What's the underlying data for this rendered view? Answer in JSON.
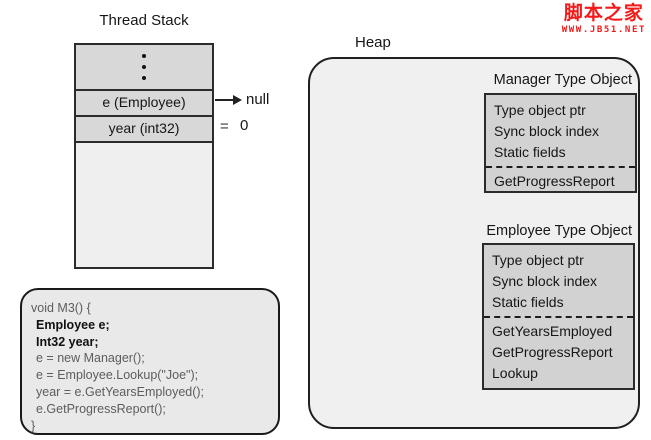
{
  "watermark": {
    "site_name": "脚本之家",
    "site_url": "WWW.JB51.NET"
  },
  "thread_stack": {
    "title": "Thread Stack",
    "slots": [
      {
        "label": "e (Employee)",
        "value": "null"
      },
      {
        "label": "year (int32)",
        "equals_sign": "=",
        "value": "0"
      }
    ]
  },
  "heap": {
    "title": "Heap",
    "objects": [
      {
        "title": "Manager Type Object",
        "fields": [
          "Type object ptr",
          "Sync block index",
          "Static fields"
        ],
        "methods": [
          "GetProgressReport"
        ]
      },
      {
        "title": "Employee Type Object",
        "fields": [
          "Type object ptr",
          "Sync block index",
          "Static fields"
        ],
        "methods": [
          "GetYearsEmployed",
          "GetProgressReport",
          "Lookup"
        ]
      }
    ]
  },
  "code_block": {
    "lines": [
      {
        "text": "void M3() {",
        "emphasis": false
      },
      {
        "text": "Employee e;",
        "emphasis": true
      },
      {
        "text": "Int32 year;",
        "emphasis": true
      },
      {
        "text": "e = new Manager();",
        "emphasis": false
      },
      {
        "text": "e = Employee.Lookup(\"Joe\");",
        "emphasis": false
      },
      {
        "text": "year = e.GetYearsEmployed();",
        "emphasis": false
      },
      {
        "text": "e.GetProgressReport();",
        "emphasis": false
      },
      {
        "text": "}",
        "emphasis": false
      }
    ]
  },
  "colors": {
    "accent_red": "#f41a1a",
    "type_box_fill": "#d2d2d2",
    "heap_fill": "#f0f0f0",
    "border": "#2b2b2b"
  }
}
